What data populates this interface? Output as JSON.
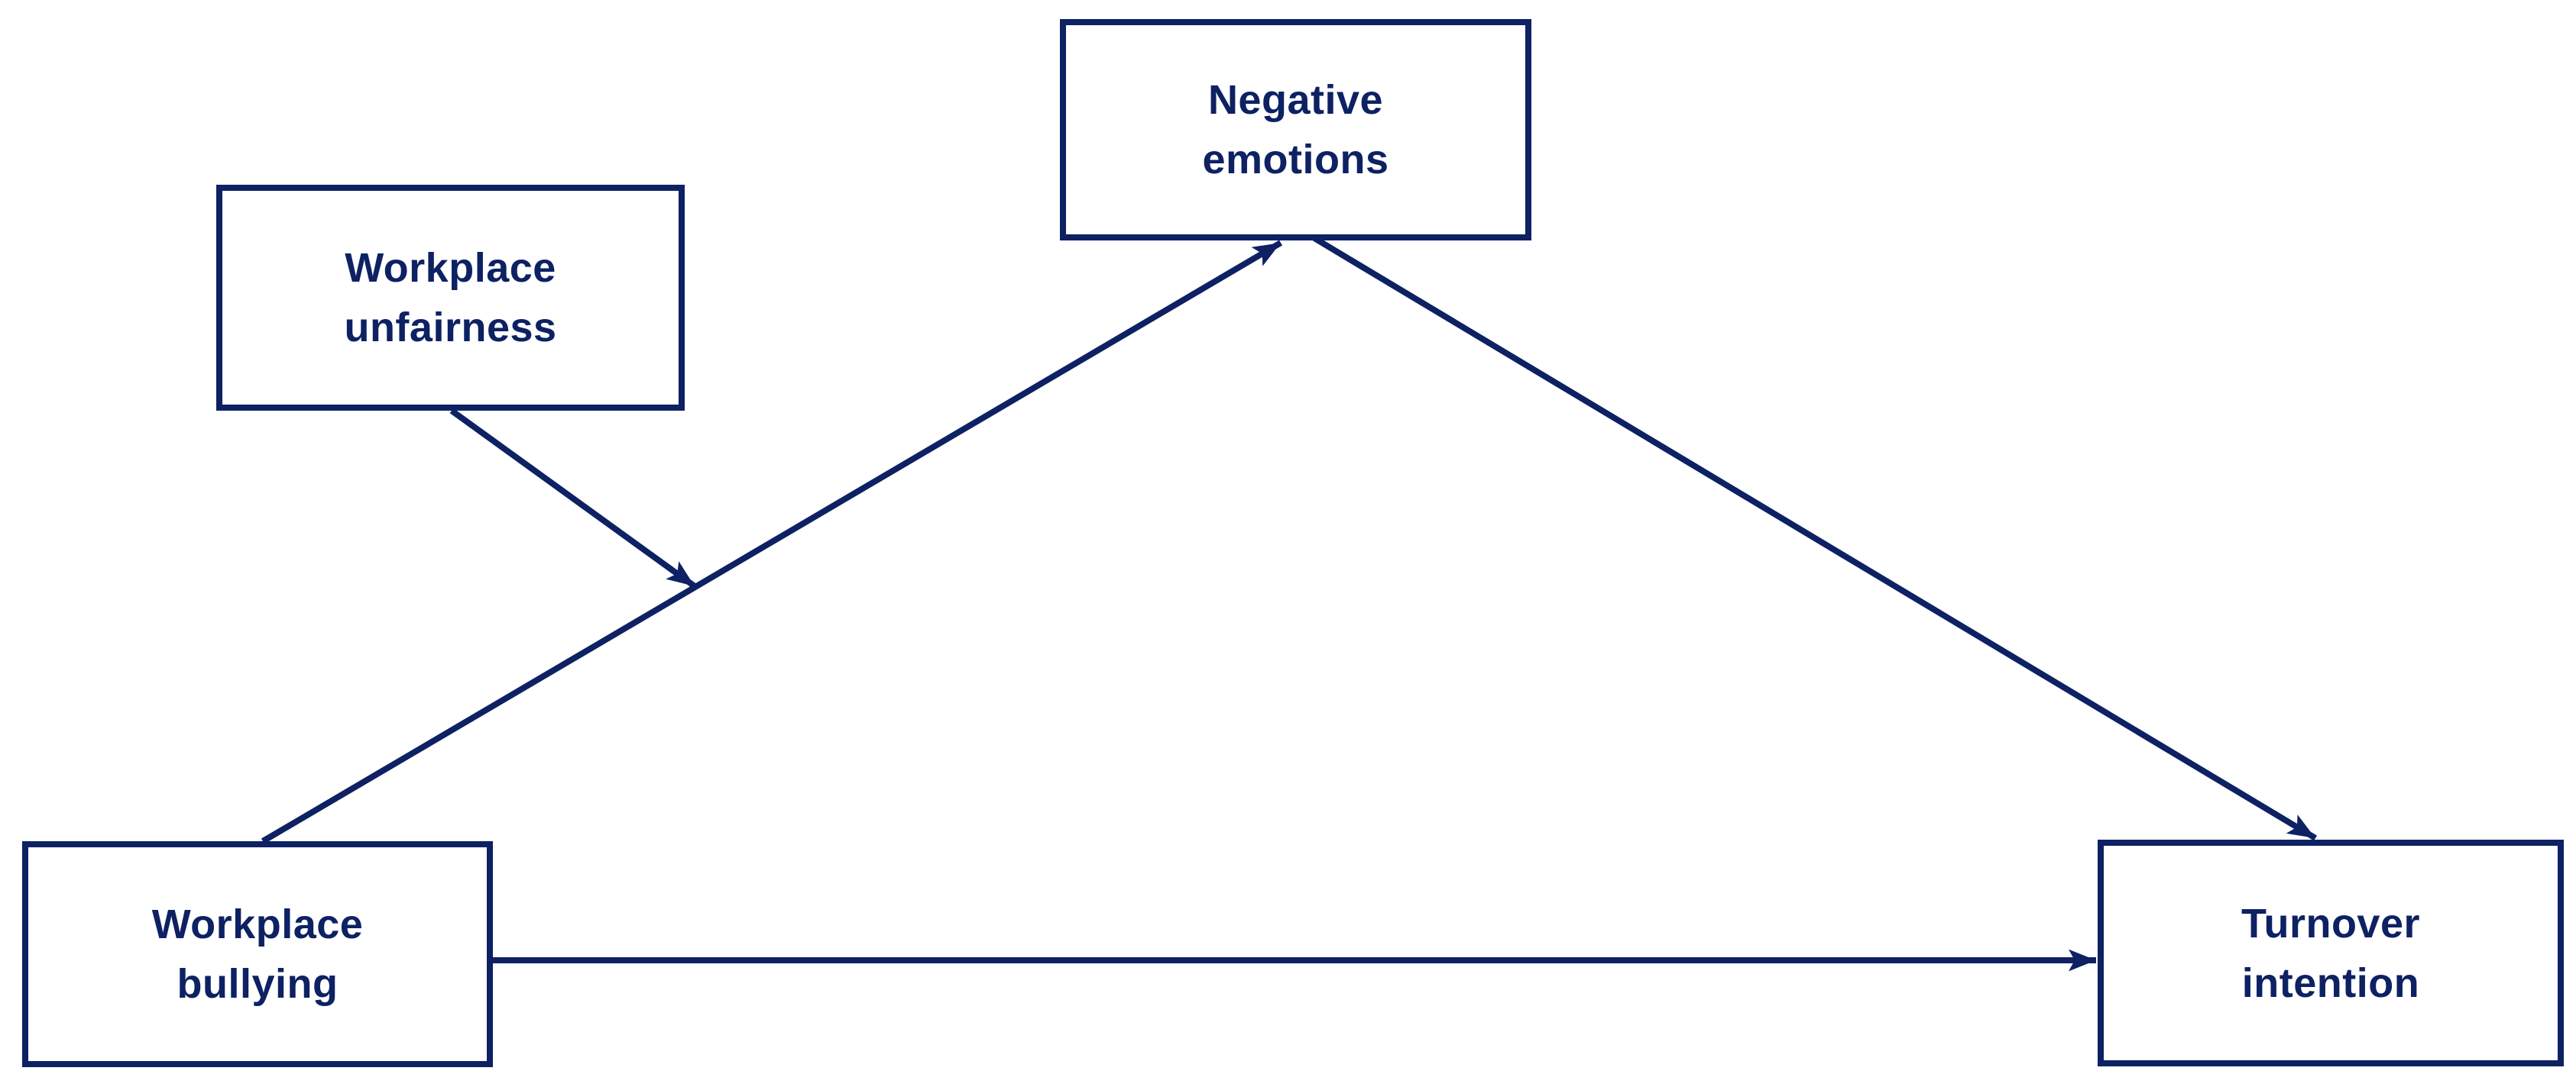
{
  "figure": {
    "background_color": "#ffffff",
    "accent_color": "#0d2163",
    "nodes": {
      "negative_emotions": {
        "label": "Negative\nemotions"
      },
      "workplace_unfairness": {
        "label": "Workplace\nunfairness"
      },
      "workplace_bullying": {
        "label": "Workplace\nbullying"
      },
      "turnover_intention": {
        "label": "Turnover\nintention"
      }
    },
    "arrows": [
      {
        "from": "workplace_bullying",
        "to": "negative_emotions"
      },
      {
        "from": "negative_emotions",
        "to": "turnover_intention"
      },
      {
        "from": "workplace_bullying",
        "to": "turnover_intention"
      },
      {
        "from": "workplace_unfairness",
        "to": "path_bullying_to_negative_emotions"
      }
    ]
  }
}
